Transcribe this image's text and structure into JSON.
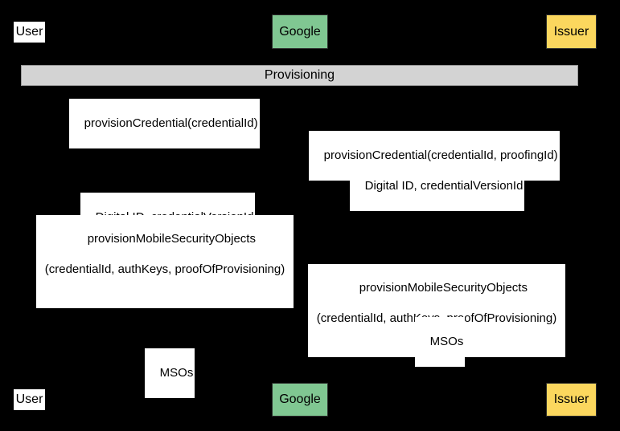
{
  "diagram": {
    "type": "sequence-diagram",
    "title": "Provisioning",
    "background_color": "#000000",
    "colors": {
      "google_fill": "#80c792",
      "issuer_fill": "#fbd75e",
      "user_fill": "#ffffff",
      "group_band_fill": "#d3d3d3",
      "label_fill": "#ffffff",
      "text": "#000000"
    }
  },
  "participants_top": [
    {
      "name": "user",
      "label": "User"
    },
    {
      "name": "google",
      "label": "Google"
    },
    {
      "name": "issuer",
      "label": "Issuer"
    }
  ],
  "participants_bottom": [
    {
      "name": "user",
      "label": "User"
    },
    {
      "name": "google",
      "label": "Google"
    },
    {
      "name": "issuer",
      "label": "Issuer"
    }
  ],
  "group": {
    "label": "Provisioning"
  },
  "messages": [
    {
      "index": 1,
      "from": "user",
      "to": "google",
      "line1": "provisionCredential(credentialId)",
      "line2": ""
    },
    {
      "index": 2,
      "from": "google",
      "to": "issuer",
      "line1": "provisionCredential(credentialId, proofingId)",
      "line2": ""
    },
    {
      "index": 3,
      "from": "issuer",
      "to": "google",
      "line1": "Digital ID, credentialVersionId",
      "line2": ""
    },
    {
      "index": 4,
      "from": "google",
      "to": "user",
      "line1": "Digital ID, credentialVersionId",
      "line2": ""
    },
    {
      "index": 5,
      "from": "user",
      "to": "google",
      "line1": "provisionMobileSecurityObjects",
      "line2": "(credentialId, authKeys, proofOfProvisioning)"
    },
    {
      "index": 6,
      "from": "google",
      "to": "issuer",
      "line1": "provisionMobileSecurityObjects",
      "line2": "(credentialId, authKeys, proofOfProvisioning)"
    },
    {
      "index": 7,
      "from": "issuer",
      "to": "google",
      "line1": "MSOs",
      "line2": ""
    },
    {
      "index": 8,
      "from": "google",
      "to": "user",
      "line1": "MSOs",
      "line2": ""
    }
  ]
}
